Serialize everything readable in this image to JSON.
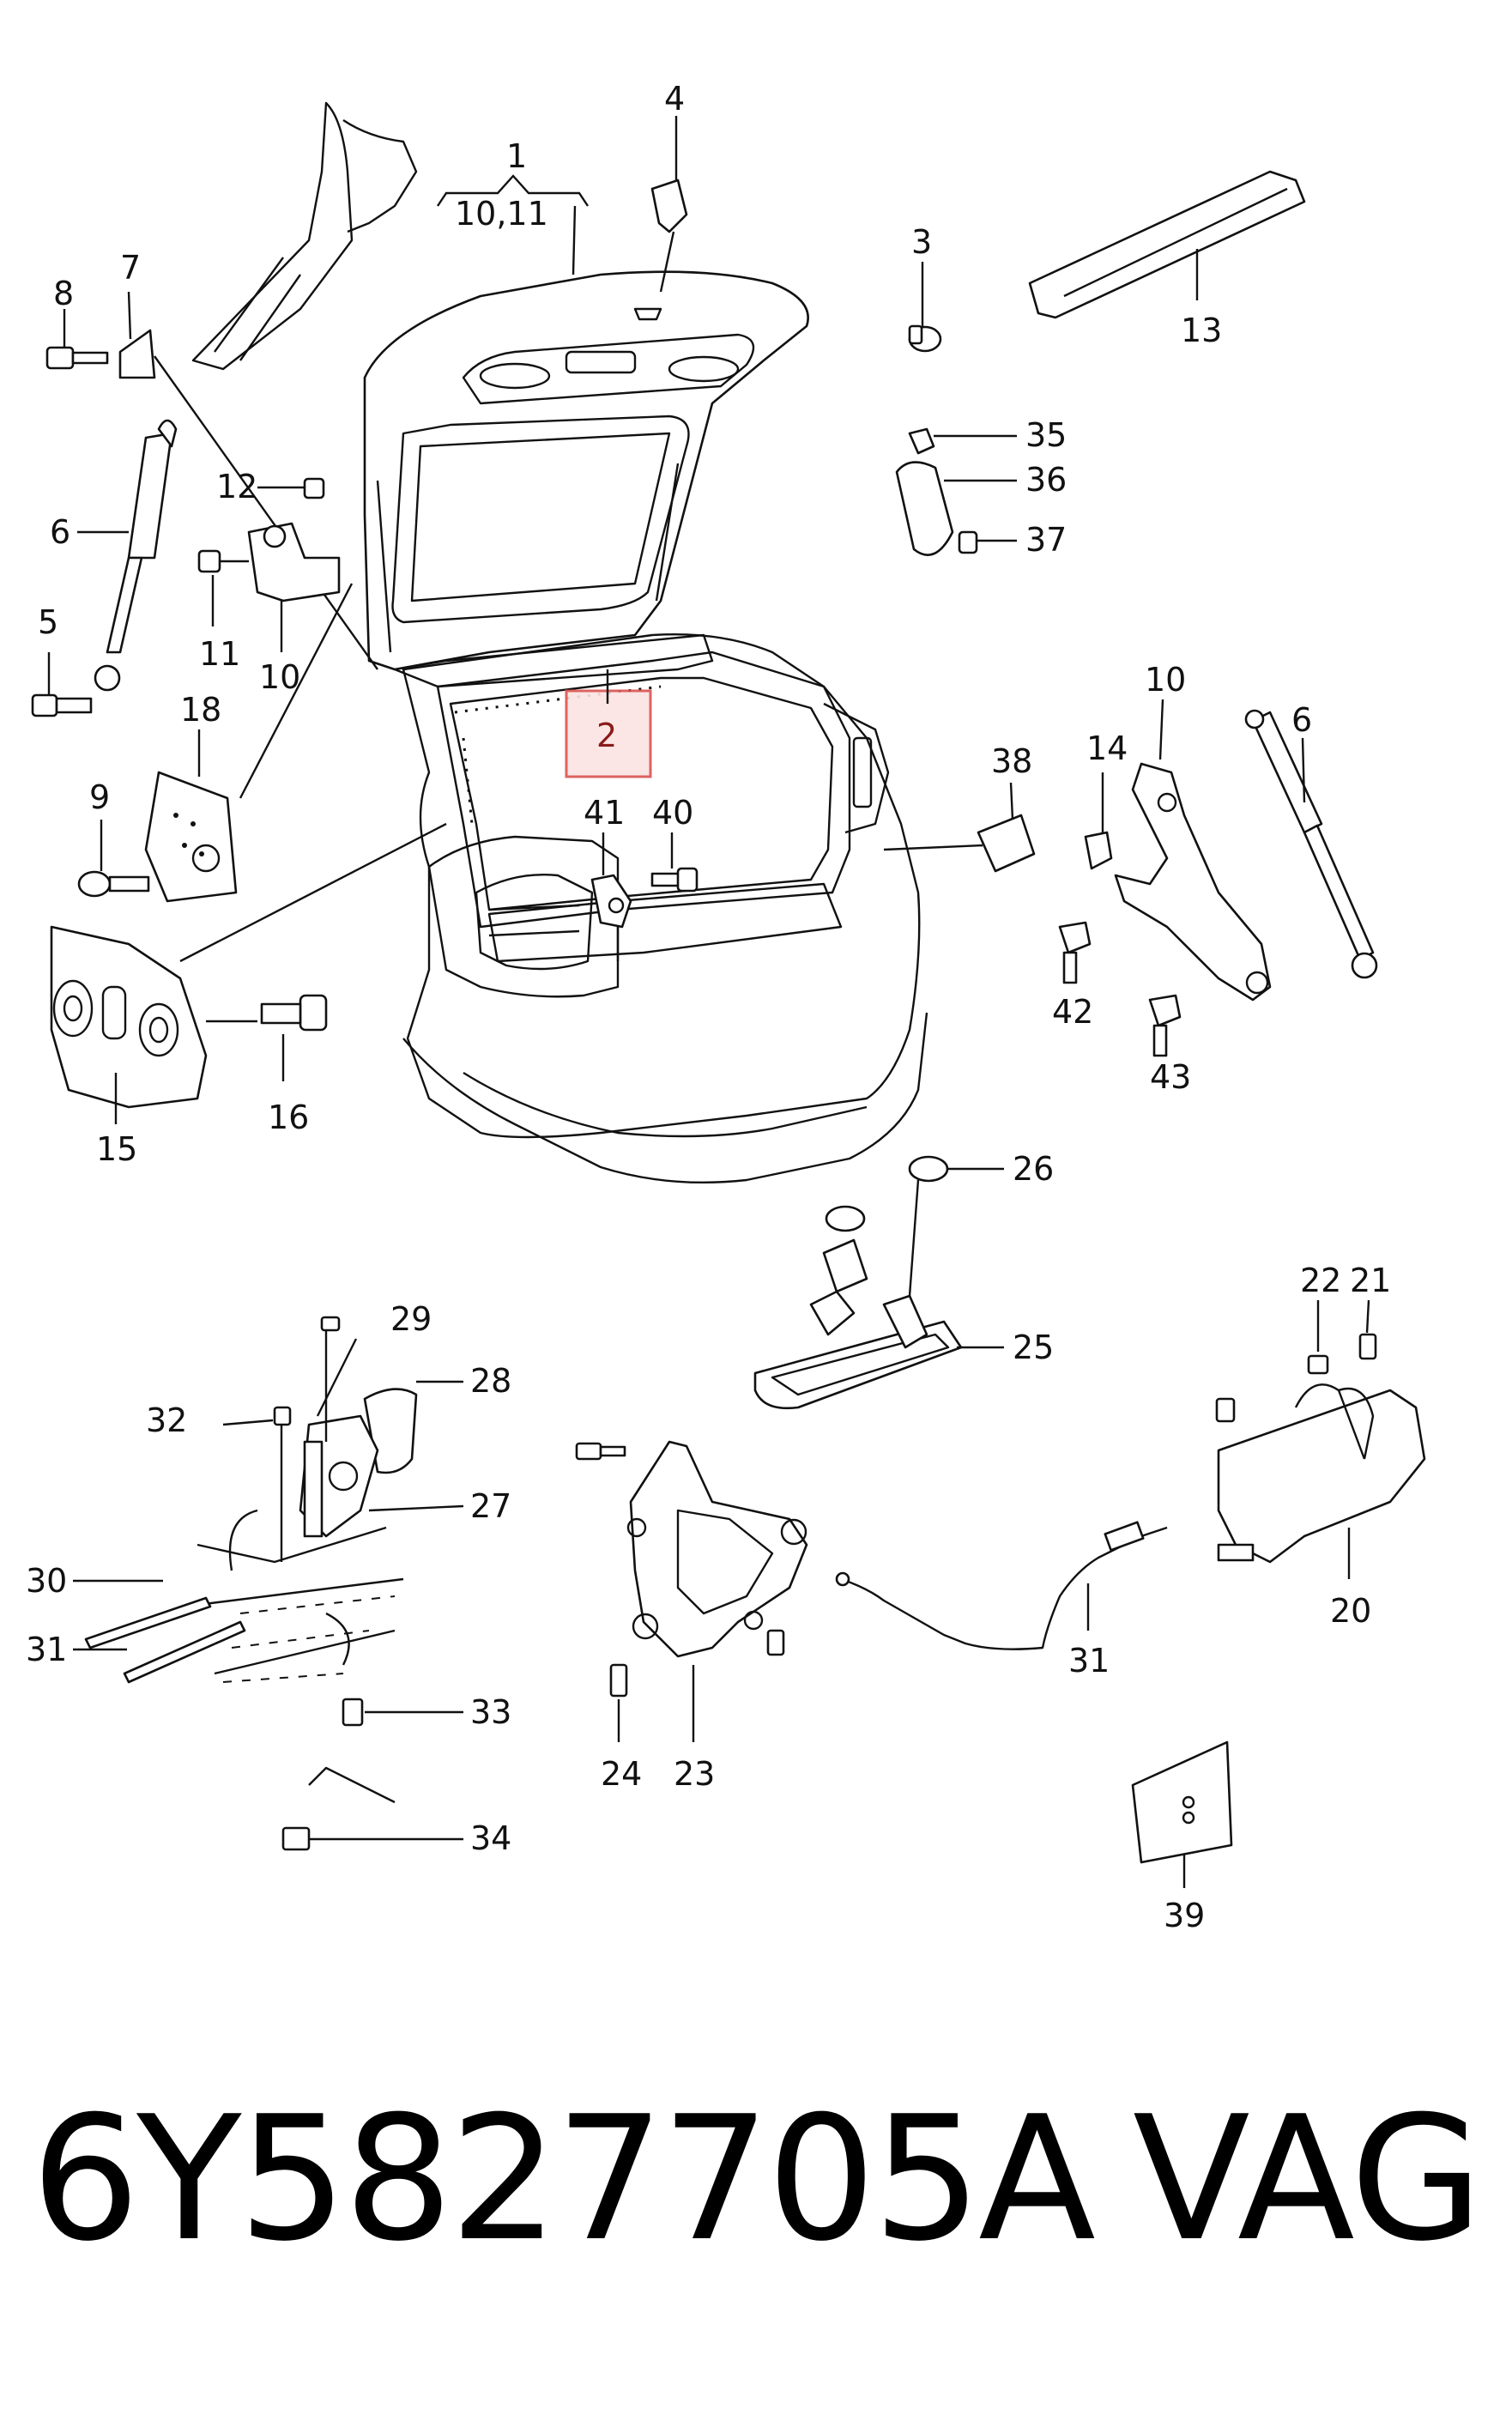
{
  "footer": {
    "part_number": "6Y5827705A",
    "brand": "VAG"
  },
  "highlight": {
    "label": "2",
    "border_color": "#d9534f",
    "fill_color": "#fbe3e3"
  },
  "callouts": {
    "c1": "1",
    "c1_sub": "10,11",
    "c3": "3",
    "c4": "4",
    "c5": "5",
    "c6a": "6",
    "c6b": "6",
    "c7": "7",
    "c8": "8",
    "c9": "9",
    "c10a": "10",
    "c10b": "10",
    "c11": "11",
    "c12": "12",
    "c13": "13",
    "c14": "14",
    "c15": "15",
    "c16": "16",
    "c18": "18",
    "c20": "20",
    "c21": "21",
    "c22": "22",
    "c23": "23",
    "c24": "24",
    "c25": "25",
    "c26": "26",
    "c27": "27",
    "c28": "28",
    "c29": "29",
    "c30": "30",
    "c31a": "31",
    "c31b": "31",
    "c32": "32",
    "c33": "33",
    "c34": "34",
    "c35": "35",
    "c36": "36",
    "c37": "37",
    "c38": "38",
    "c39": "39",
    "c40": "40",
    "c41": "41",
    "c42": "42",
    "c43": "43"
  }
}
